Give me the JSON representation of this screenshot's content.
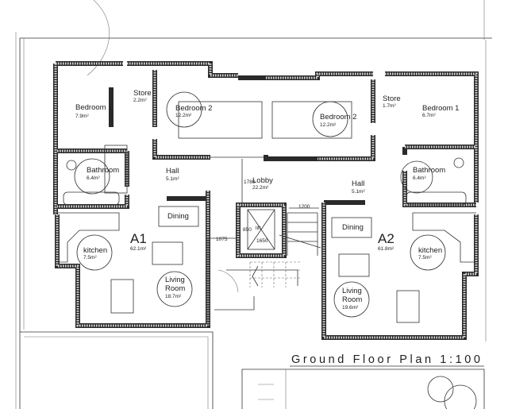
{
  "drawing": {
    "title": "Ground Floor Plan 1:100",
    "units": {
      "a1": {
        "name": "A1",
        "area": "62.1m²"
      },
      "a2": {
        "name": "A2",
        "area": "61.8m²"
      }
    },
    "rooms": {
      "a1_bedroom1": {
        "name": "Bedroom 1",
        "area": "7.9m²"
      },
      "a1_store": {
        "name": "Store",
        "area": "2.2m²"
      },
      "a1_bedroom2": {
        "name": "Bedroom 2",
        "area": "12.2m²"
      },
      "a1_bathroom": {
        "name": "Bathroom",
        "area": "6.4m²"
      },
      "a1_hall": {
        "name": "Hall",
        "area": "5.1m²"
      },
      "a1_dining": {
        "name": "Dining"
      },
      "a1_kitchen": {
        "name": "kitchen",
        "area": "7.5m²"
      },
      "a1_living": {
        "name1": "Living",
        "name2": "Room",
        "area": "18.7m²"
      },
      "lobby": {
        "name": "Lobby",
        "area": "22.2m²"
      },
      "lift": {
        "name": "lift"
      },
      "a2_bedroom2": {
        "name": "Bedroom 2",
        "area": "12.2m²"
      },
      "a2_store": {
        "name": "Store",
        "area": "1.7m²"
      },
      "a2_bedroom1": {
        "name": "Bedroom 1",
        "area": "6.7m²"
      },
      "a2_bathroom": {
        "name": "Bathroom",
        "area": "6.4m²"
      },
      "a2_hall": {
        "name": "Hall",
        "area": "5.1m²"
      },
      "a2_dining": {
        "name": "Dining"
      },
      "a2_kitchen": {
        "name": "kitchen",
        "area": "7.5m²"
      },
      "a2_living": {
        "name1": "Living",
        "name2": "Room",
        "area": "19.6m²"
      }
    },
    "dimensions": {
      "lobby_depth": "1780",
      "stair_width": "1200",
      "corridor": "1075",
      "lift_width": "850",
      "lift_depth": "1650"
    }
  }
}
